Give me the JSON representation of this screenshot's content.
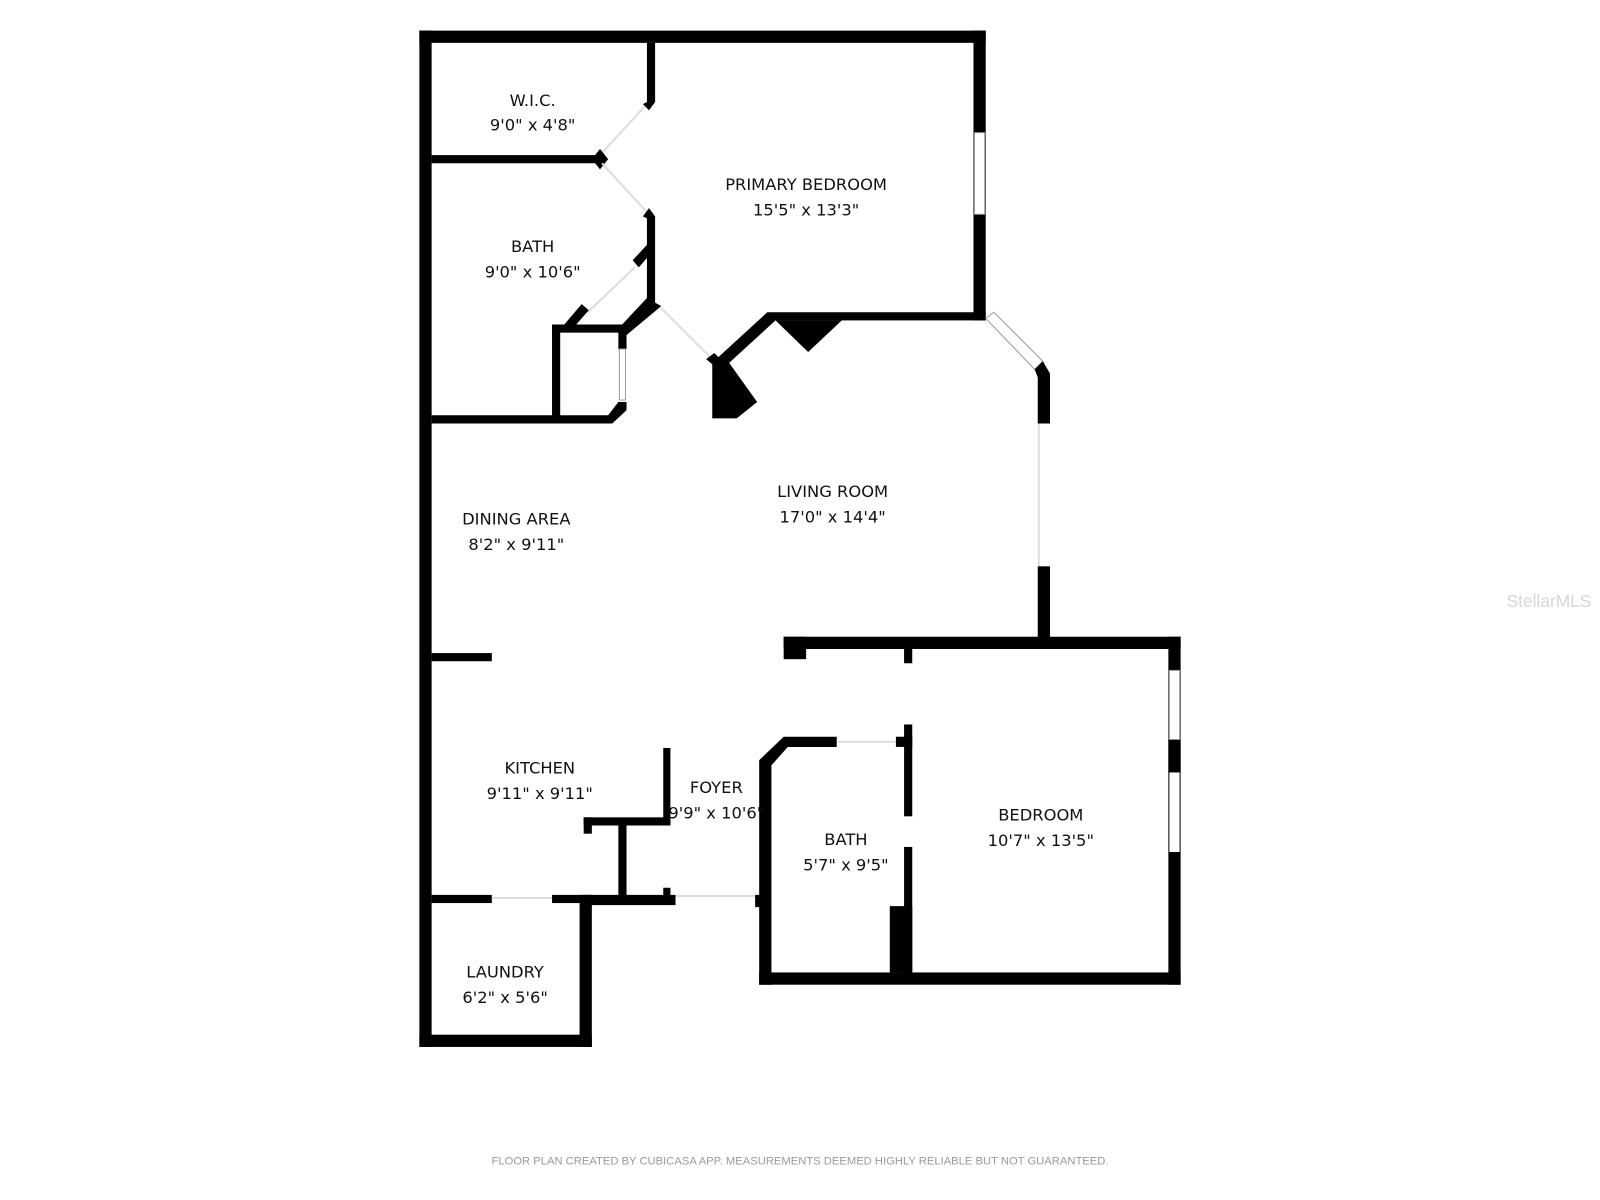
{
  "rooms": [
    {
      "name": "W.I.C.",
      "size": "9'0\" x 4'8\""
    },
    {
      "name": "PRIMARY BEDROOM",
      "size": "15'5\" x 13'3\""
    },
    {
      "name": "BATH",
      "size": "9'0\" x 10'6\""
    },
    {
      "name": "LIVING ROOM",
      "size": "17'0\" x 14'4\""
    },
    {
      "name": "DINING AREA",
      "size": "8'2\" x 9'11\""
    },
    {
      "name": "KITCHEN",
      "size": "9'11\" x 9'11\""
    },
    {
      "name": "FOYER",
      "size": "9'9\" x 10'6\""
    },
    {
      "name": "BATH",
      "size": "5'7\" x 9'5\""
    },
    {
      "name": "BEDROOM",
      "size": "10'7\" x 13'5\""
    },
    {
      "name": "LAUNDRY",
      "size": "6'2\" x 5'6\""
    }
  ],
  "footer": "FLOOR PLAN CREATED BY CUBICASA APP. MEASUREMENTS DEEMED HIGHLY RELIABLE BUT NOT GUARANTEED.",
  "watermark": "StellarMLS",
  "colors": {
    "wall": "#000000",
    "background": "#ffffff",
    "footer_text": "#9a9a9a"
  }
}
